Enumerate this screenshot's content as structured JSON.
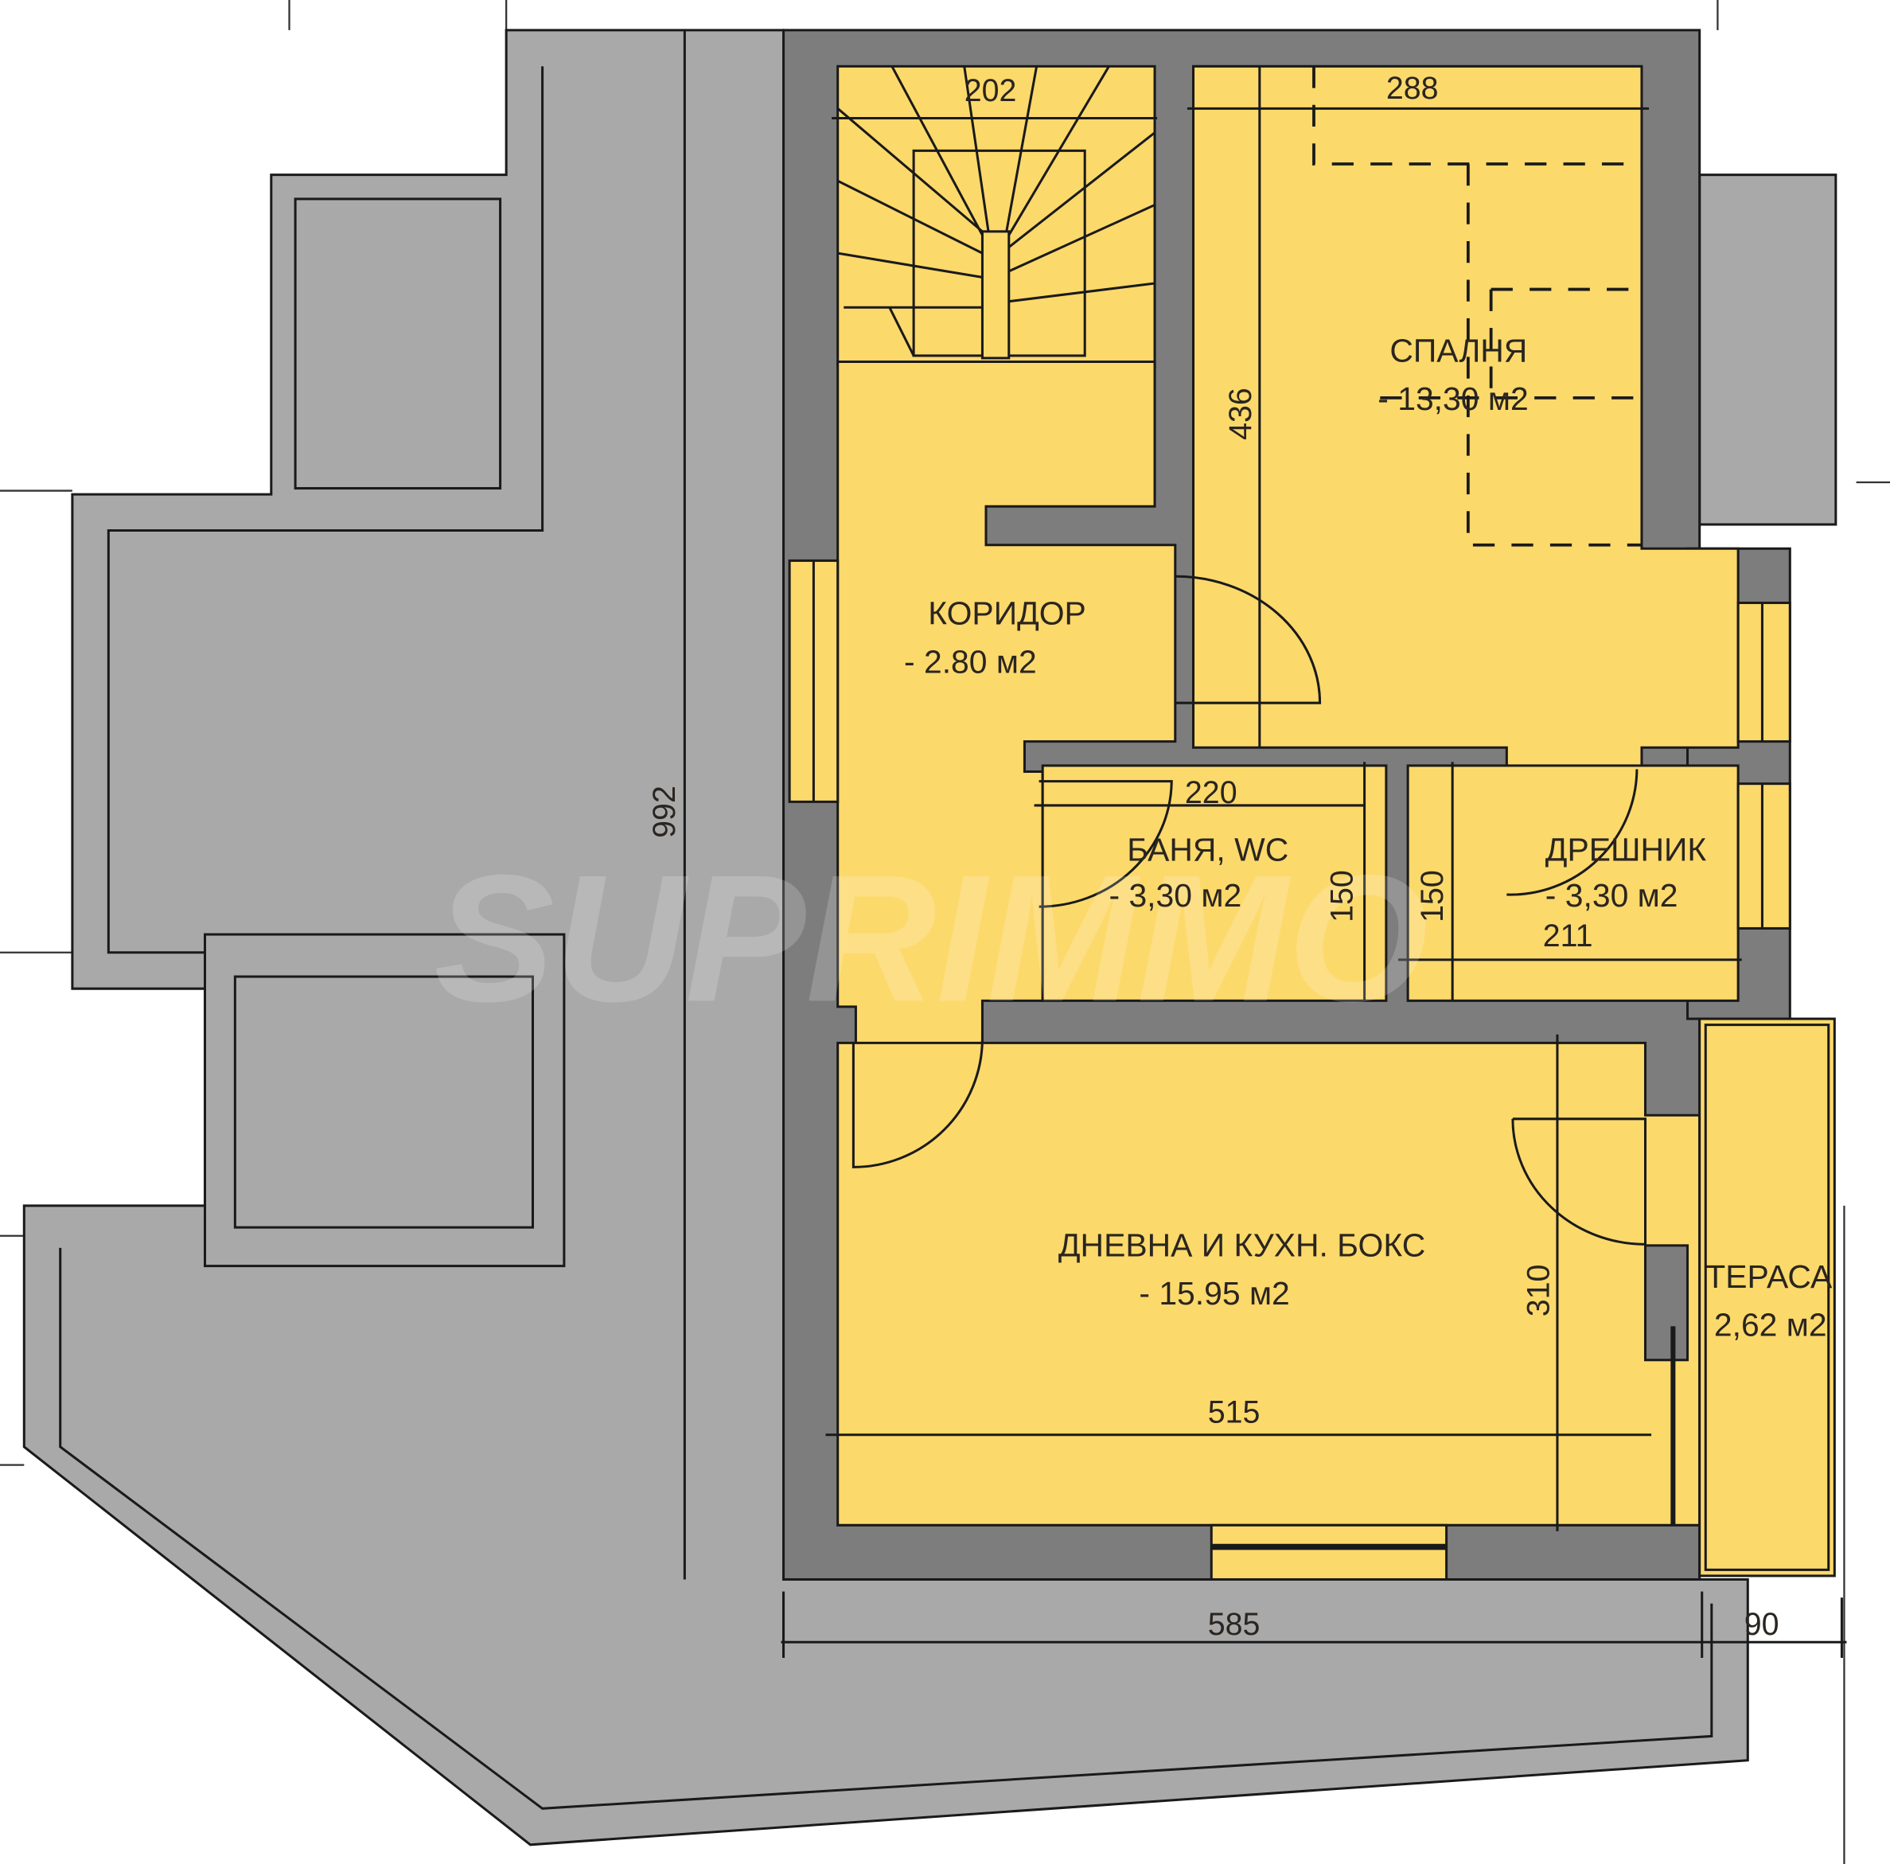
{
  "colors": {
    "room": "#fcd96b",
    "wall": "#7d7d7d",
    "terrace": "#a9a9a9",
    "line": "#1a1a1a"
  },
  "watermark": "SUPRIMMO",
  "rooms": {
    "bedroom": {
      "name": "СПАЛНЯ",
      "area": "- 13,30 м2"
    },
    "corridor": {
      "name": "КОРИДОР",
      "area": "- 2.80 м2"
    },
    "bathroom": {
      "name": "БАНЯ, WC",
      "area": "- 3,30 м2"
    },
    "wardrobe": {
      "name": "ДРЕШНИК",
      "area": "- 3,30 м2"
    },
    "living": {
      "name": "ДНЕВНА И КУХН. БОКС",
      "area": "- 15.95 м2"
    },
    "terrace": {
      "name": "ТЕРАСА",
      "area": "2,62 м2"
    }
  },
  "dimensions": {
    "stair_width": "202",
    "bedroom_width": "288",
    "bedroom_depth": "436",
    "total_depth": "992",
    "bath_width": "220",
    "bath_depth": "150",
    "wardrobe_depth": "150",
    "wardrobe_width": "211",
    "living_depth": "310",
    "living_width": "515",
    "total_width": "585",
    "terrace_width": "90"
  }
}
